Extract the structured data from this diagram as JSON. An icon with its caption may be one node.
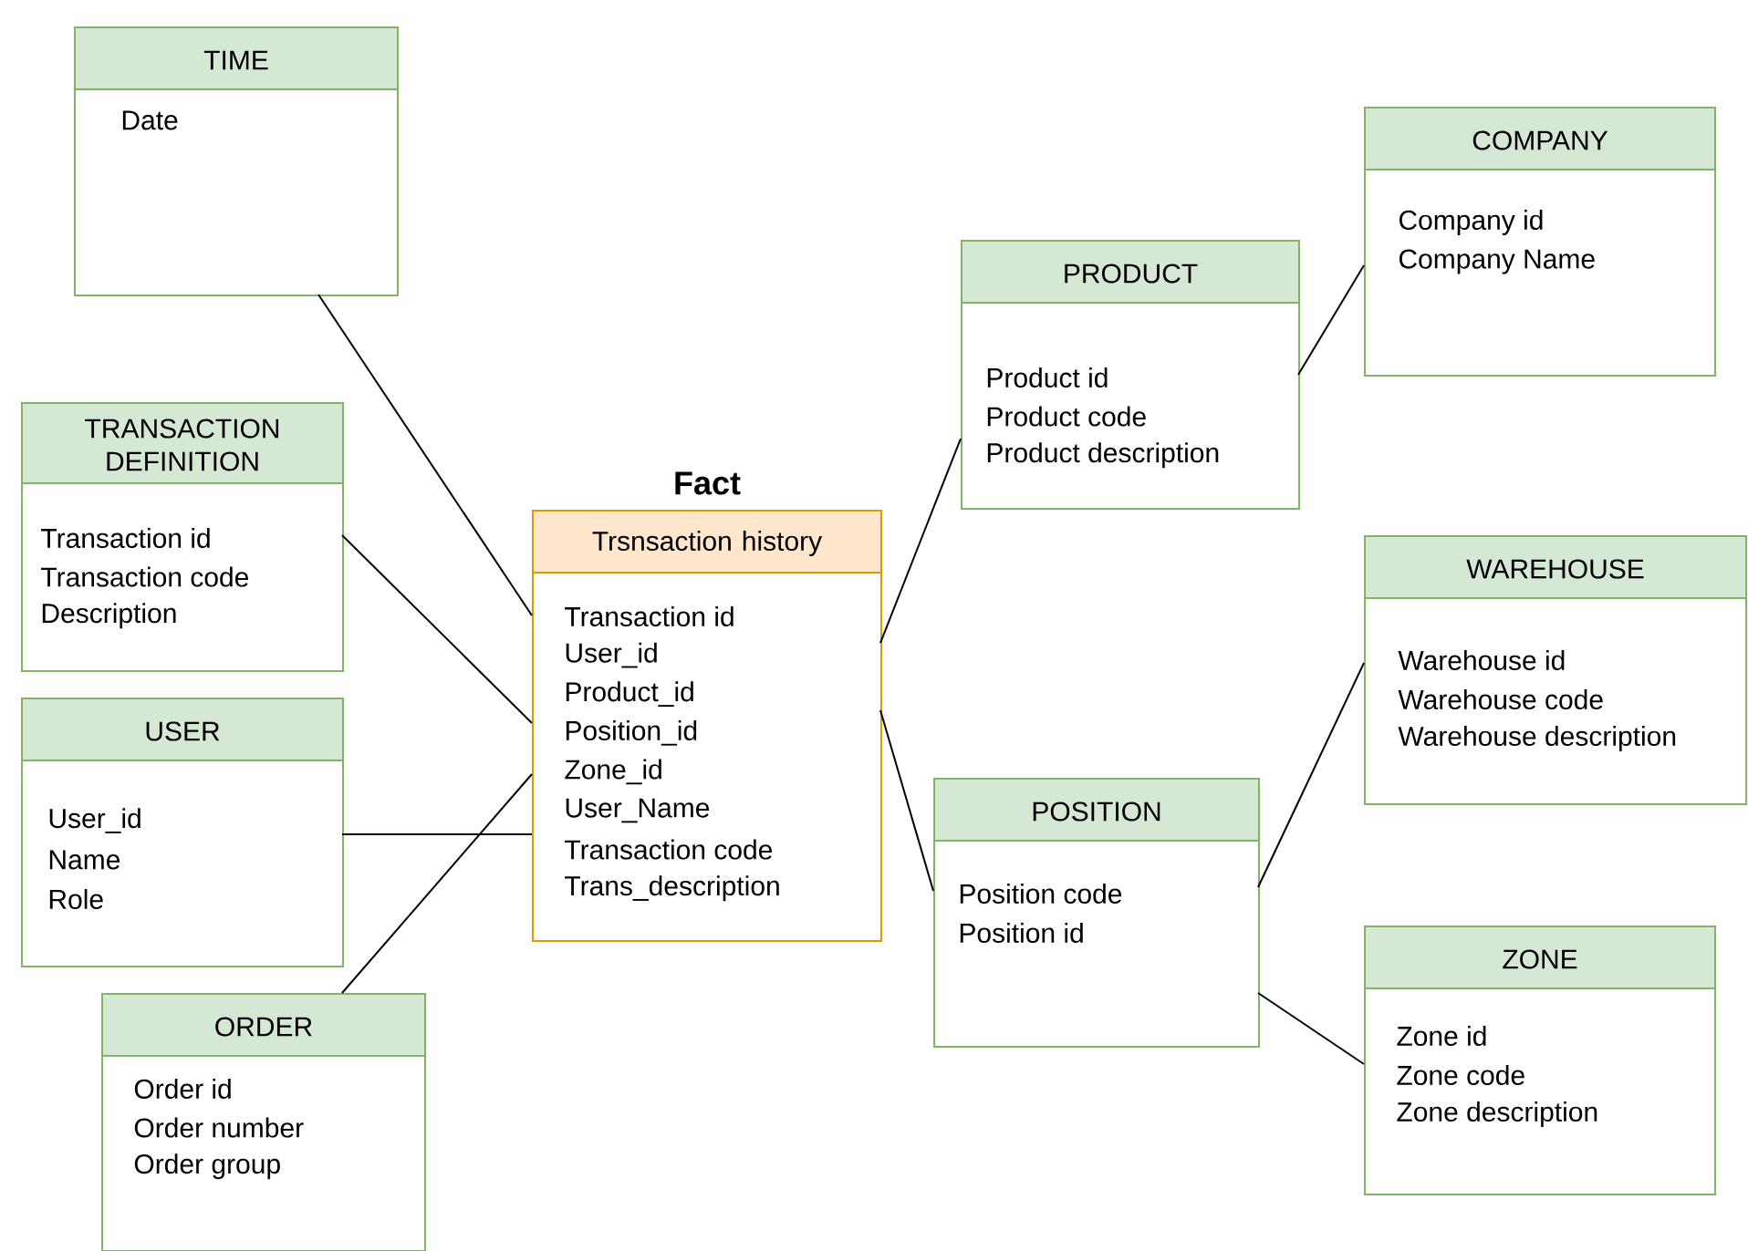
{
  "diagram": {
    "nodes": [
      {
        "text": [
          "TIME",
          "Date"
        ]
      },
      {
        "text": [
          "TRANSACTION DEFINITION",
          "Transaction id",
          "Transaction code",
          "Description"
        ]
      },
      {
        "text": [
          "USER",
          "User_id",
          "Name",
          "Role"
        ]
      },
      {
        "text": [
          "ORDER",
          "Order id",
          "Order number",
          "Order group"
        ]
      },
      {
        "text": [
          "Fact",
          "Trsnsaction history",
          "Transaction id",
          "User_id",
          "Product_id",
          "Position_id",
          "Zone_id",
          "User_Name",
          "Transaction code",
          "Trans_description"
        ]
      },
      {
        "text": [
          "PRODUCT",
          "Product id",
          "Product code",
          "Product description"
        ]
      },
      {
        "text": [
          "COMPANY",
          "Company id",
          "Company Name"
        ]
      },
      {
        "text": [
          "WAREHOUSE",
          "Warehouse id",
          "Warehouse code",
          "Warehouse description"
        ]
      },
      {
        "text": [
          "POSITION",
          "Position code",
          "Position id"
        ]
      },
      {
        "text": [
          "ZONE",
          "Zone id",
          "Zone code",
          "Zone description"
        ]
      }
    ],
    "edges": [
      {
        "from": 0,
        "to": 4,
        "arrow": "none"
      },
      {
        "from": 1,
        "to": 4,
        "arrow": "none"
      },
      {
        "from": 2,
        "to": 4,
        "arrow": "none"
      },
      {
        "from": 3,
        "to": 4,
        "arrow": "none"
      },
      {
        "from": 4,
        "to": 5,
        "arrow": "none"
      },
      {
        "from": 5,
        "to": 6,
        "arrow": "none"
      },
      {
        "from": 4,
        "to": 8,
        "arrow": "none"
      },
      {
        "from": 8,
        "to": 7,
        "arrow": "none"
      },
      {
        "from": 8,
        "to": 9,
        "arrow": "none"
      }
    ]
  }
}
